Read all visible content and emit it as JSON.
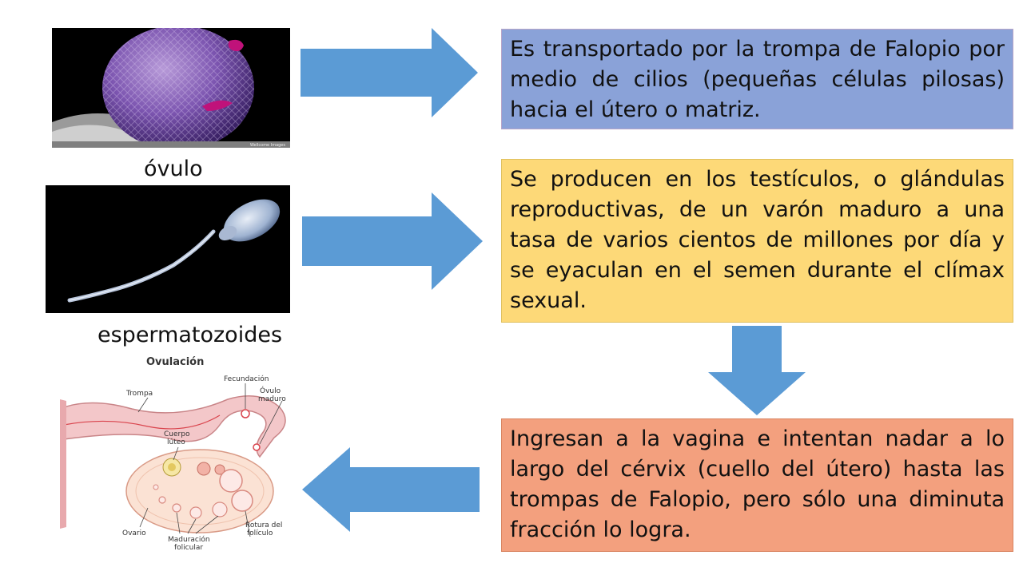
{
  "images": {
    "ovulo": {
      "caption": "óvulo",
      "credit": "Wellcome Images"
    },
    "esperma": {
      "caption": "espermatozoides"
    },
    "ovulacion": {
      "title": "Ovulación",
      "labels": {
        "trompa": "Trompa",
        "fecundacion": "Fecundación",
        "ovulo_maduro_1": "Óvulo",
        "ovulo_maduro_2": "maduro",
        "cuerpo_luteo_1": "Cuerpo",
        "cuerpo_luteo_2": "lúteo",
        "ovario": "Ovario",
        "rotura_1": "Rotura del",
        "rotura_2": "folículo",
        "maduracion_1": "Maduración",
        "maduracion_2": "folicular"
      }
    }
  },
  "boxes": [
    {
      "text": "Es transportado por la trompa de Falopio por medio de cilios (pequeñas células pilosas) hacia el útero o matriz.",
      "color": "#8aa2d8"
    },
    {
      "text": "Se producen en los testículos, o glándulas reproductivas, de un varón maduro a una tasa de varios cientos de millones por día y se eyaculan en el semen durante el clímax sexual.",
      "color": "#fdd978"
    },
    {
      "text": "Ingresan a la vagina e intentan nadar a lo largo del cérvix (cuello del útero) hasta las trompas de Falopio, pero sólo una diminuta fracción lo logra.",
      "color": "#f3a07e"
    }
  ],
  "colors": {
    "arrow": "#5b9bd5"
  }
}
